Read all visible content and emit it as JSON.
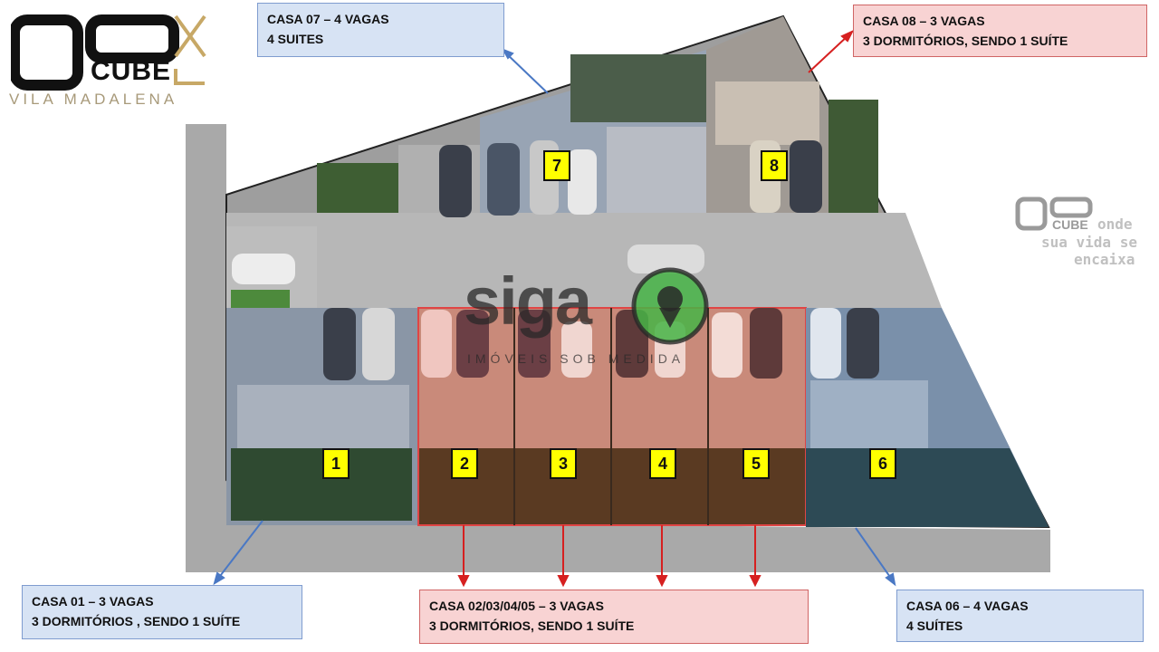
{
  "logo": {
    "brand": "CUBE",
    "subtitle": "VILA MADALENA"
  },
  "watermark": {
    "brand": "siga",
    "tagline": "IMÓVEIS SOB MEDIDA"
  },
  "side_brand": {
    "brand": "CUBE",
    "slogan_line1": "onde",
    "slogan_line2": "sua vida se",
    "slogan_line3": "encaixa"
  },
  "houses": [
    {
      "number": "1"
    },
    {
      "number": "2"
    },
    {
      "number": "3"
    },
    {
      "number": "4"
    },
    {
      "number": "5"
    },
    {
      "number": "6"
    },
    {
      "number": "7"
    },
    {
      "number": "8"
    }
  ],
  "labels": {
    "casa07": {
      "line1": "CASA 07 – 4 VAGAS",
      "line2": "4 SUITES"
    },
    "casa08": {
      "line1": "CASA 08 – 3 VAGAS",
      "line2": "3 DORMITÓRIOS, SENDO 1 SUÍTE"
    },
    "casa01": {
      "line1": "CASA 01 – 3 VAGAS",
      "line2": "3 DORMITÓRIOS , SENDO 1 SUÍTE"
    },
    "casa02_05": {
      "line1": "CASA 02/03/04/05 – 3 VAGAS",
      "line2": "3 DORMITÓRIOS, SENDO 1 SUÍTE"
    },
    "casa06": {
      "line1": "CASA 06 – 4 VAGAS",
      "line2": "4 SUÍTES"
    }
  },
  "colors": {
    "blue_label": "#d7e3f4",
    "red_label": "#f8d3d3",
    "number_badge": "#ffff00",
    "arrow_blue": "#4a78c4",
    "arrow_red": "#d62020",
    "logo_gold": "#c7a866"
  }
}
